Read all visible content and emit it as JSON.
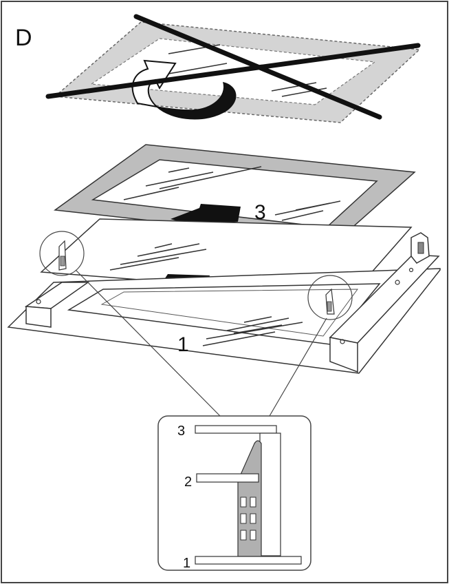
{
  "panel_letter": "D",
  "callouts": {
    "glass_1": "1",
    "glass_2": "2",
    "glass_3": "3"
  },
  "detail_labels": {
    "slot_3": "3",
    "slot_2": "2",
    "slot_1": "1"
  },
  "colors": {
    "frame": "#444444",
    "ink": "#111111",
    "gray_glass": "#bdbdbd",
    "light_gray": "#d9d9d9",
    "arrow_fill": "#111111",
    "slot_gray": "#b0b0b0"
  },
  "icons": {
    "prohibited": "cross-out-icon",
    "flip": "curved-flip-arrow-icon",
    "insert": "insert-arrow-icon"
  }
}
